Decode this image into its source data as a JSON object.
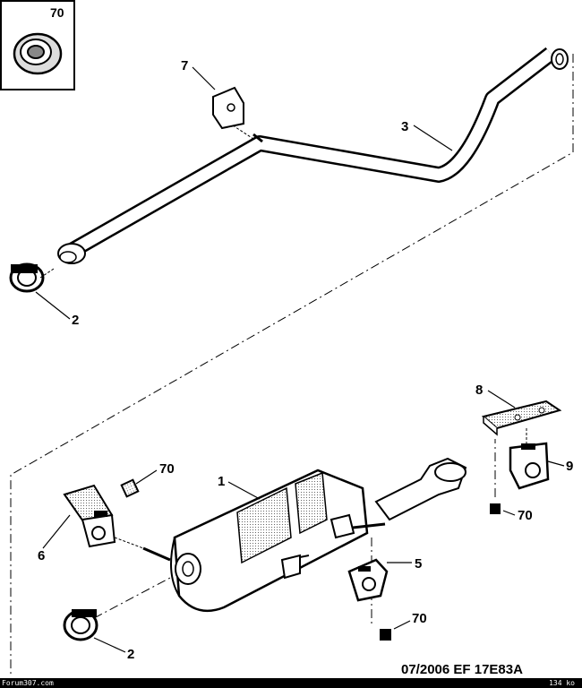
{
  "inset": {
    "label": "70"
  },
  "callouts": {
    "c7": "7",
    "c3": "3",
    "c2_top": "2",
    "c8": "8",
    "c9": "9",
    "c70_right": "70",
    "c70_left": "70",
    "c1": "1",
    "c6": "6",
    "c5": "5",
    "c70_bottom": "70",
    "c2_bottom": "2"
  },
  "reference": "07/2006 EF 17E83A",
  "footer": {
    "site": "Forum307.com",
    "size": "134 ko"
  }
}
